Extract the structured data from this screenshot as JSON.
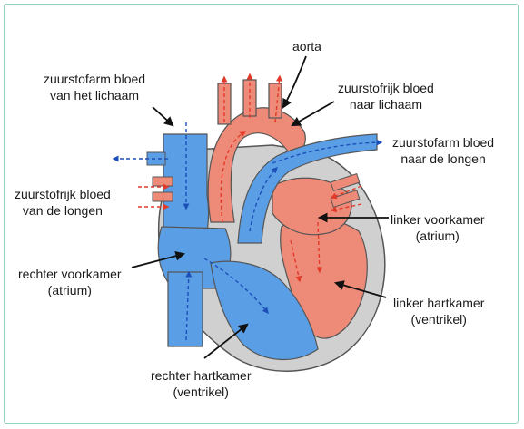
{
  "labels": {
    "aorta": "aorta",
    "deoxy_from_body": [
      "zuurstofarm bloed",
      "van het lichaam"
    ],
    "oxy_to_body": [
      "zuurstofrijk bloed",
      "naar lichaam"
    ],
    "deoxy_to_lungs": [
      "zuurstofarm bloed",
      "naar de longen"
    ],
    "oxy_from_lungs": [
      "zuurstofrijk bloed",
      "van de longen"
    ],
    "left_atrium": [
      "linker voorkamer",
      "(atrium)"
    ],
    "right_atrium": [
      "rechter voorkamer",
      "(atrium)"
    ],
    "left_ventricle": [
      "linker hartkamer",
      "(ventrikel)"
    ],
    "right_ventricle": [
      "rechter hartkamer",
      "(ventrikel)"
    ]
  },
  "colors": {
    "oxygen_rich": "#ee8a78",
    "oxygen_poor": "#5a9ee6",
    "wall": "#d0d0d0",
    "outline": "#555555",
    "arrow_red": "#e23a2a",
    "arrow_blue": "#1d4fb8",
    "frame": "#8fd3c3"
  }
}
